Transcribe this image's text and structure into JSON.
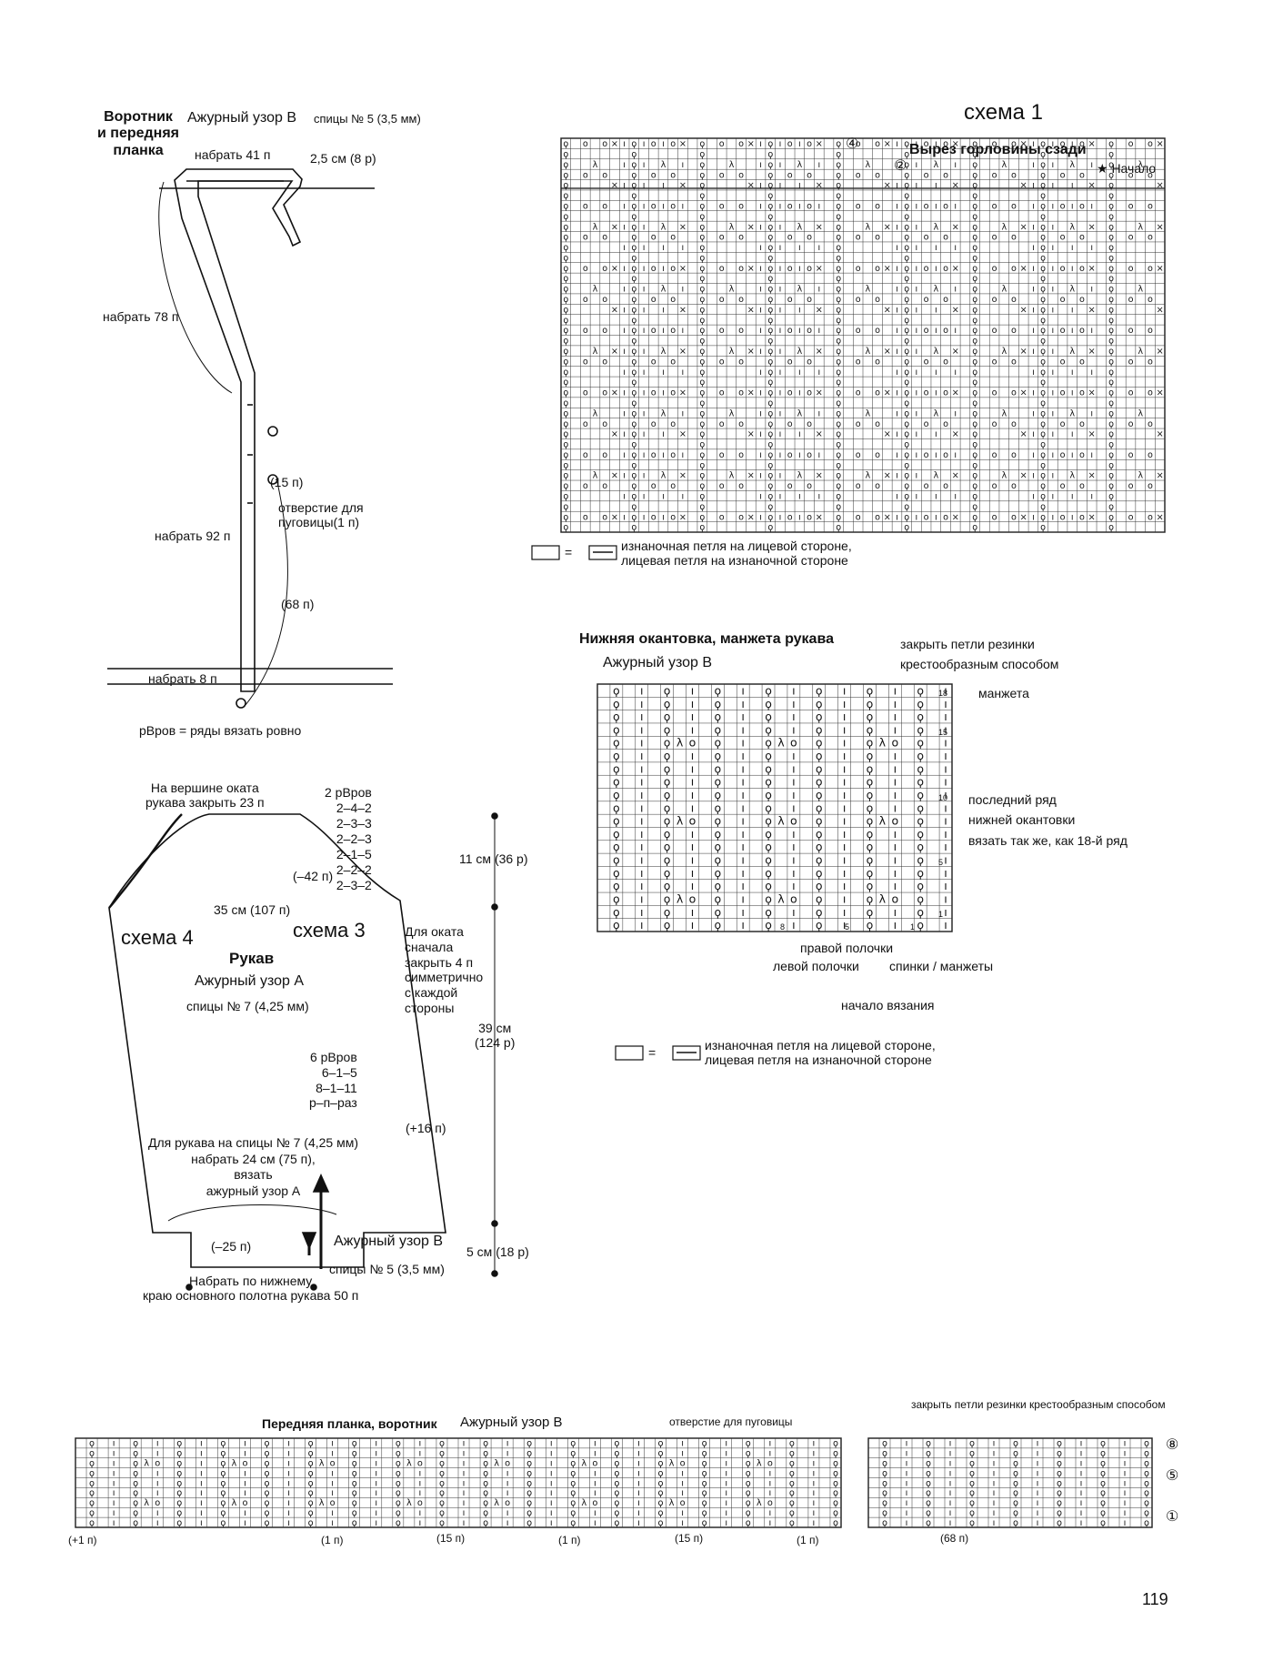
{
  "collar": {
    "title": "Воротник\nи передняя\nпланка",
    "pattern": "Ажурный узор В",
    "needles": "спицы № 5 (3,5 мм)",
    "cast_on_41": "набрать 41 п",
    "width_note": "2,5 см (8 р)",
    "cast_on_78": "набрать 78 п",
    "buttonhole_count": "(15 п)",
    "buttonhole": "отверстие для\nпуговицы(1 п)",
    "cast_on_92": "набрать 92 п",
    "count_68": "(68 п)",
    "cast_on_8": "набрать 8 п",
    "legend_rvrov": "рВров = ряды вязать ровно"
  },
  "sleeve": {
    "top_note": "На вершине оката\nрукава закрыть 23 п",
    "shaping_steps": "2 рВров\n2–4–2\n2–3–3\n2–2–3\n2–1–5\n2–2–2\n2–3–2",
    "minus_42": "(–42 п)",
    "width": "35 см (107 п)",
    "scheme4": "схема 4",
    "scheme3": "схема 3",
    "title": "Рукав",
    "pattern_a": "Ажурный узор А",
    "needles_7": "спицы № 7 (4,25 мм)",
    "cap_note": "Для оката\nсначала\nзакрыть 4 п\nсимметрично\nс каждой\nстороны",
    "increase_steps": "6 рВров\n6–1–5\n8–1–11\nр–п–раз",
    "plus_16": "(+16 п)",
    "instructions": "Для рукава на спицы № 7 (4,25 мм)\nнабрать 24 см (75 п),\nвязать\nажурный узор А",
    "minus_25": "(–25 п)",
    "pattern_b": "Ажурный узор В",
    "needles_5": "спицы № 5 (3,5 мм)",
    "pickup": "Набрать по нижнему\nкраю основного полотна рукава 50 п",
    "dim_cap": "11 см (36 р)",
    "dim_body": "39 см\n(124 р)",
    "dim_cuff": "5 см (18 р)"
  },
  "scheme1": {
    "title": "схема 1",
    "neckline": "Вырез горловины сзади",
    "start": "★ Начало",
    "arrow_4": "④",
    "arrow_2": "②",
    "legend": "изнаночная петля на лицевой стороне,\nлицевая петля на изнаночной стороне",
    "legend_eq": "="
  },
  "bottom_band": {
    "title": "Нижняя окантовка, манжета рукава",
    "pattern": "Ажурный узор В",
    "bind_off": "закрыть петли резинки\nкрестообразным способом",
    "cuff": "манжета",
    "last_row": "последний ряд\nнижней окантовки\nвязать так же, как 18-й ряд",
    "row_numbers": [
      "18",
      "15",
      "10",
      "5",
      "1"
    ],
    "col_8": "8",
    "col_5": "5",
    "col_1": "1",
    "r_front": "правой полочки",
    "l_front": "левой полочки",
    "back_cuff": "спинки / манжеты",
    "start": "начало вязания",
    "legend": "изнаночная петля на лицевой стороне,\nлицевая петля на изнаночной стороне",
    "legend_eq": "="
  },
  "front_band": {
    "title": "Передняя планка, воротник",
    "pattern": "Ажурный узор В",
    "buttonhole": "отверстие для пуговицы",
    "bind_off": "закрыть петли резинки крестообразным способом",
    "plus1": "(+1 п)",
    "n1a": "(1 п)",
    "n15a": "(15 п)",
    "n1b": "(1 п)",
    "n15b": "(15 п)",
    "n1c": "(1 п)",
    "n68": "(68 п)",
    "row8": "⑧",
    "row5": "⑤",
    "row1": "①"
  },
  "page_number": "119"
}
